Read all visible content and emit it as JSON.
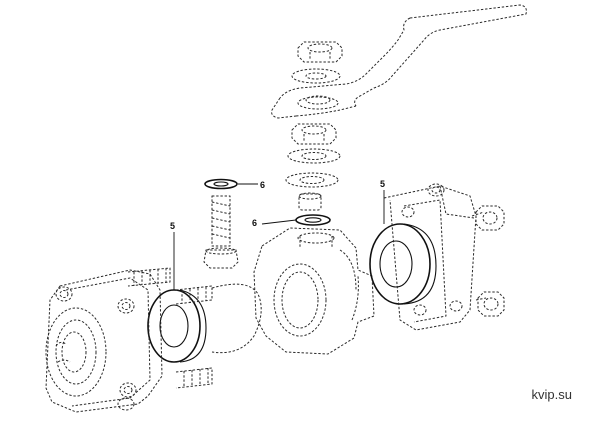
{
  "labels": {
    "seat_left": "5",
    "seat_right": "5",
    "seal_top": "6",
    "seal_mid": "6"
  },
  "watermark": "kvip.su",
  "colors": {
    "line": "#2a2a2a",
    "background": "#ffffff"
  }
}
